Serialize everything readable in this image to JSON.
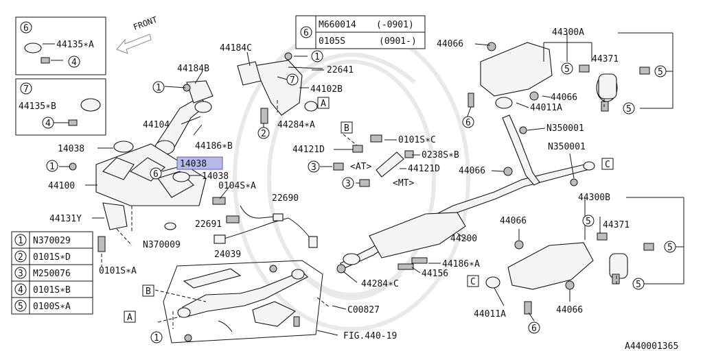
{
  "legend_1_6": {
    "parts": [
      "44135∗A"
    ]
  },
  "legend_1_7": {
    "parts": [
      "44135∗B"
    ]
  },
  "front_label": "FRONT",
  "table6": {
    "rows": [
      [
        "M660014",
        "(-0901)"
      ],
      [
        "0105S",
        "(0901-)"
      ]
    ]
  },
  "bolt_legend": [
    {
      "num": "1",
      "part": "N370029"
    },
    {
      "num": "2",
      "part": "0101S∗D"
    },
    {
      "num": "3",
      "part": "M250076"
    },
    {
      "num": "4",
      "part": "0101S∗B"
    },
    {
      "num": "5",
      "part": "0100S∗A"
    }
  ],
  "labels": {
    "l44184C": "44184C",
    "l44184B": "44184B",
    "l22641": "22641",
    "l44102B": "44102B",
    "l44104": "44104",
    "l44284A": "44284∗A",
    "l44186B": "44186∗B",
    "l14038a": "14038",
    "l14038hl": "14038",
    "l14038b": "14038",
    "l44100": "44100",
    "l44131Y": "44131Y",
    "lN370009": "N370009",
    "l0101SA": "0101S∗A",
    "l0104SA": "0104S∗A",
    "l22690": "22690",
    "l22691": "22691",
    "l24039": "24039",
    "l0101SC": "0101S∗C",
    "l44121D_1": "44121D",
    "l0238SB": "0238S∗B",
    "lAT": "<AT>",
    "l44121D_2": "44121D",
    "lMT": "<MT>",
    "l44066a": "44066",
    "l44300A": "44300A",
    "l44371a": "44371",
    "l44066b": "44066",
    "l44011A_1": "44011A",
    "lN350001a": "N350001",
    "lN350001b": "N350001",
    "l44066c": "44066",
    "l44300B": "44300B",
    "l44371b": "44371",
    "l44066d": "44066",
    "l44200": "44200",
    "l44186A": "44186∗A",
    "l44156": "44156",
    "l44284C": "44284∗C",
    "lC00827": "C00827",
    "lFIG": "FIG.440-19",
    "l44011A_2": "44011A",
    "l44066e": "44066",
    "ref_code": "A440001365"
  },
  "markers": {
    "A": "A",
    "B": "B",
    "C": "C",
    "c1": "1",
    "c2": "2",
    "c3": "3",
    "c4": "4",
    "c5": "5",
    "c6": "6",
    "c7": "7"
  }
}
